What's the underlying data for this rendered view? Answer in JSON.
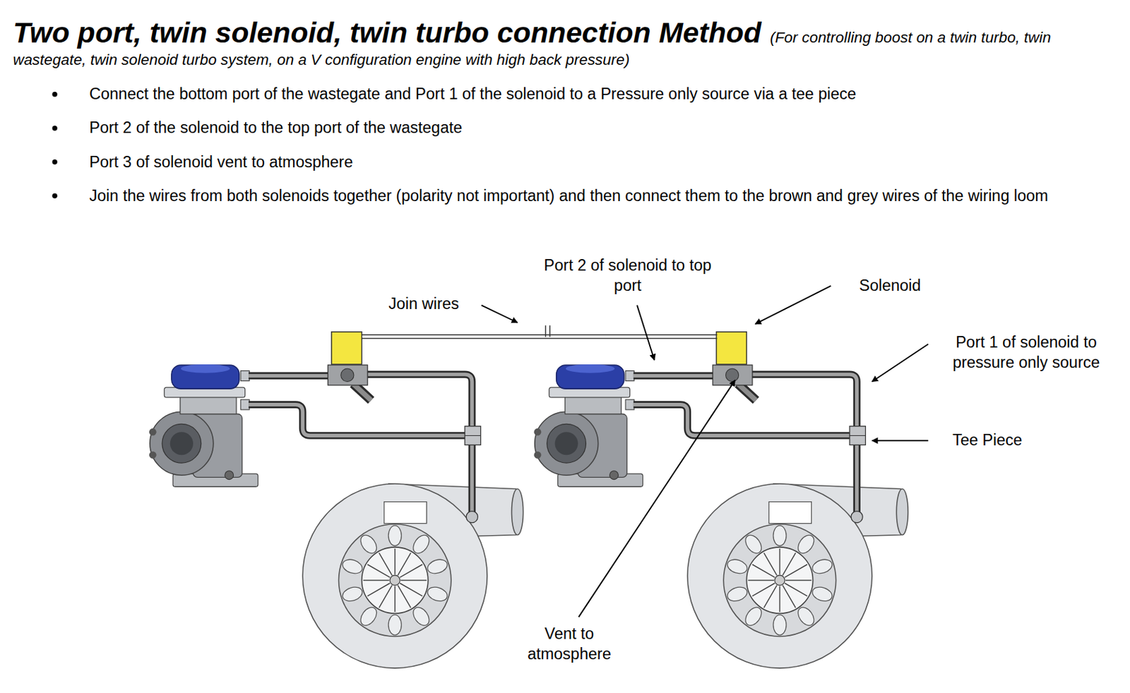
{
  "diagram": {
    "title": "Two port, twin solenoid, twin turbo connection Method",
    "labels": [
      "(For controlling boost on a twin turbo, twin wastegate, twin solenoid turbo system, on a V configuration engine with high back pressure)",
      "Connect the bottom port of the wastegate and Port 1 of the solenoid to a Pressure only source via a tee piece",
      "Port 2 of the solenoid to the top port of the wastegate",
      "Port 3 of solenoid vent to atmosphere",
      "Join the wires from both solenoids together (polarity not important) and then connect them to the brown and grey wires of the wiring loom",
      "Join wires",
      "Port 2 of solenoid to top port",
      "Solenoid",
      "Port 1 of solenoid to pressure only source",
      "Tee Piece",
      "Vent to atmosphere"
    ]
  }
}
